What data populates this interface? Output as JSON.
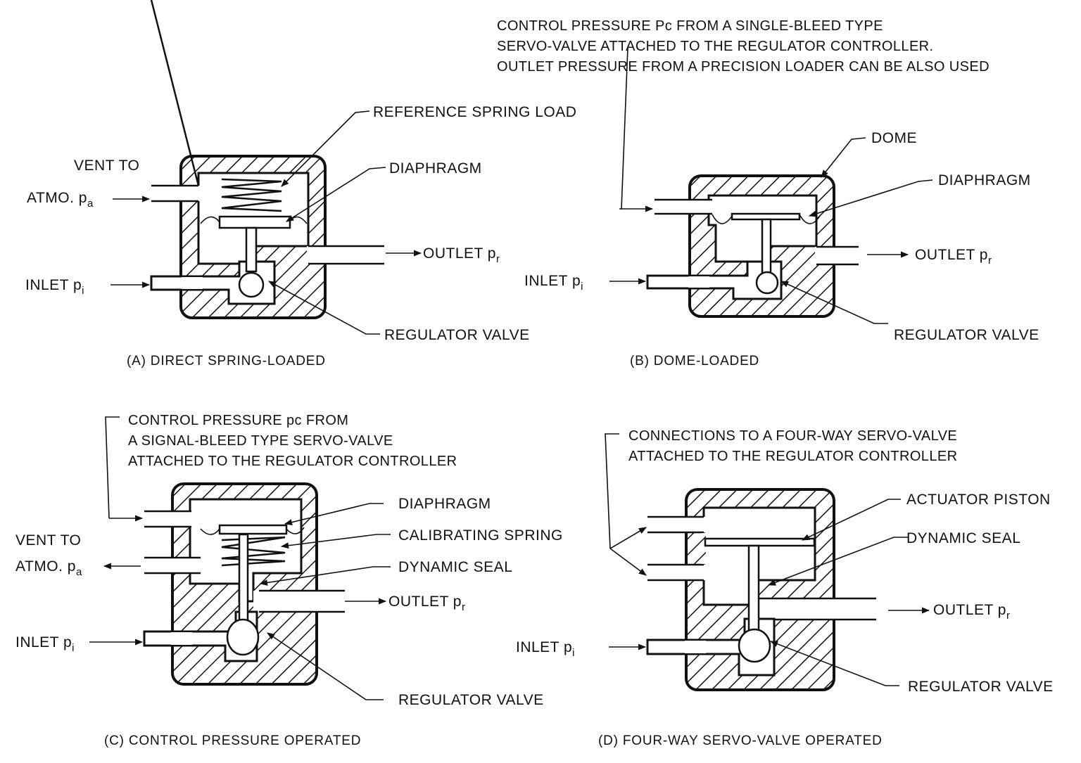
{
  "figure": {
    "panels": [
      {
        "id": "A",
        "caption": "(A) DIRECT SPRING-LOADED",
        "labels": {
          "vent_line1": "VENT TO",
          "vent_line2": "ATMO. p",
          "vent_sub": "a",
          "inlet": "INLET p",
          "inlet_sub": "i",
          "outlet": "OUTLET p",
          "outlet_sub": "r",
          "reference_spring": "REFERENCE SPRING LOAD",
          "diaphragm": "DIAPHRAGM",
          "regulator_valve": "REGULATOR VALVE"
        }
      },
      {
        "id": "B",
        "caption": "(B) DOME-LOADED",
        "note_lines": [
          "CONTROL PRESSURE Pc FROM A SINGLE-BLEED TYPE",
          "SERVO-VALVE ATTACHED TO THE REGULATOR CONTROLLER.",
          "OUTLET PRESSURE FROM A PRECISION LOADER CAN BE ALSO USED"
        ],
        "labels": {
          "dome": "DOME",
          "diaphragm": "DIAPHRAGM",
          "inlet": "INLET p",
          "inlet_sub": "i",
          "outlet": "OUTLET p",
          "outlet_sub": "r",
          "regulator_valve": "REGULATOR VALVE"
        }
      },
      {
        "id": "C",
        "caption": "(C) CONTROL PRESSURE OPERATED",
        "note_lines": [
          "CONTROL PRESSURE pc FROM",
          "A SIGNAL-BLEED TYPE SERVO-VALVE",
          "ATTACHED TO THE REGULATOR CONTROLLER"
        ],
        "labels": {
          "vent_line1": "VENT TO",
          "vent_line2": "ATMO. p",
          "vent_sub": "a",
          "inlet": "INLET p",
          "inlet_sub": "i",
          "outlet": "OUTLET p",
          "outlet_sub": "r",
          "diaphragm": "DIAPHRAGM",
          "calibrating_spring": "CALIBRATING SPRING",
          "dynamic_seal": "DYNAMIC SEAL",
          "regulator_valve": "REGULATOR VALVE"
        }
      },
      {
        "id": "D",
        "caption": "(D) FOUR-WAY SERVO-VALVE OPERATED",
        "note_lines": [
          "CONNECTIONS TO A FOUR-WAY SERVO-VALVE",
          "ATTACHED TO THE REGULATOR CONTROLLER"
        ],
        "labels": {
          "actuator_piston": "ACTUATOR PISTON",
          "dynamic_seal": "DYNAMIC SEAL",
          "inlet": "INLET p",
          "inlet_sub": "i",
          "outlet": "OUTLET p",
          "outlet_sub": "r",
          "regulator_valve": "REGULATOR VALVE"
        }
      }
    ]
  }
}
